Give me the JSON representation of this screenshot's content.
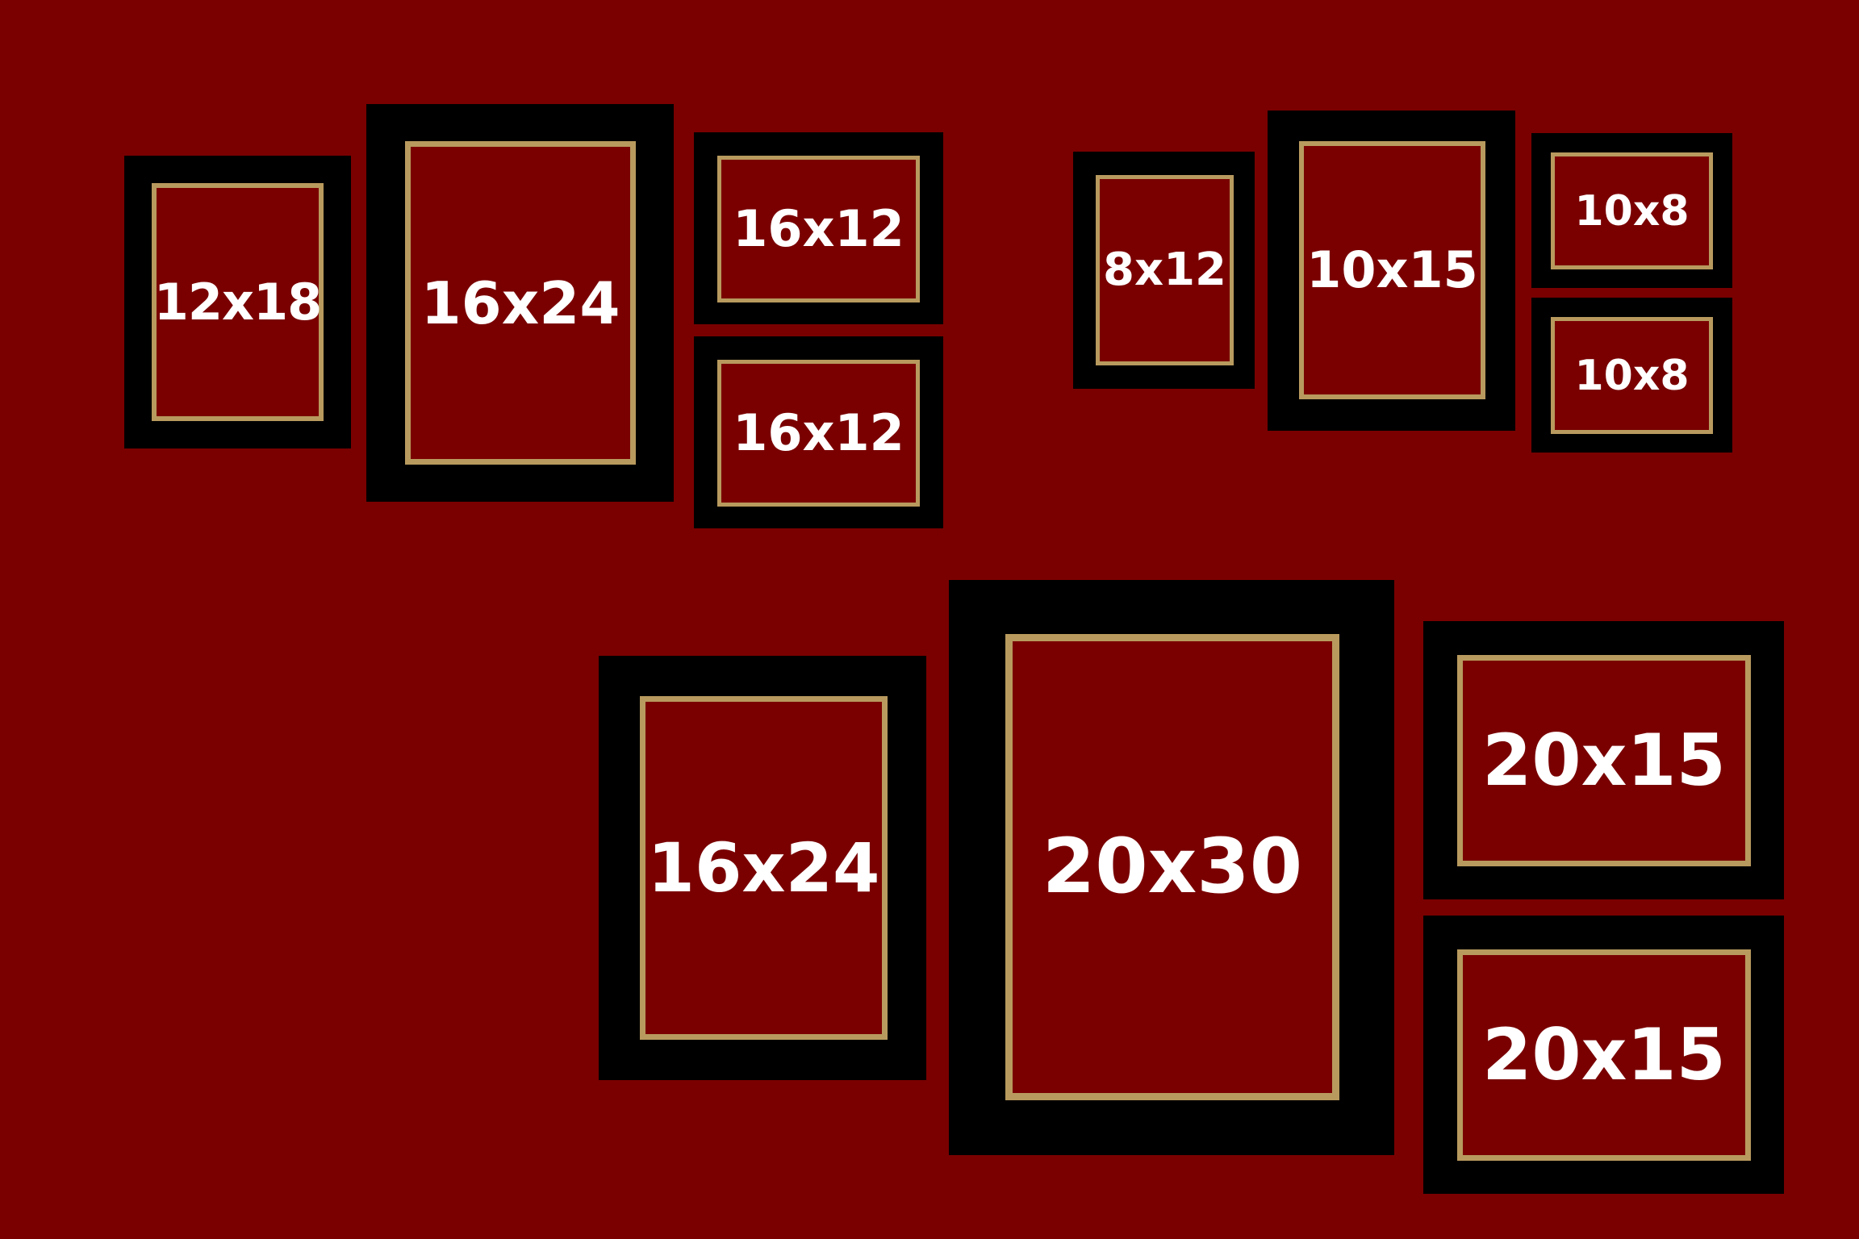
{
  "colors": {
    "background": "#7a0000",
    "frame": "#000000",
    "mat_border": "#b89a5e",
    "label": "#ffffff"
  },
  "frames": [
    {
      "id": "12x18",
      "label": "12x18"
    },
    {
      "id": "16x24-top",
      "label": "16x24"
    },
    {
      "id": "16x12-upper",
      "label": "16x12"
    },
    {
      "id": "16x12-lower",
      "label": "16x12"
    },
    {
      "id": "8x12",
      "label": "8x12"
    },
    {
      "id": "10x15",
      "label": "10x15"
    },
    {
      "id": "10x8-upper",
      "label": "10x8"
    },
    {
      "id": "10x8-lower",
      "label": "10x8"
    },
    {
      "id": "16x24-bottom",
      "label": "16x24"
    },
    {
      "id": "20x30",
      "label": "20x30"
    },
    {
      "id": "20x15-upper",
      "label": "20x15"
    },
    {
      "id": "20x15-lower",
      "label": "20x15"
    }
  ]
}
